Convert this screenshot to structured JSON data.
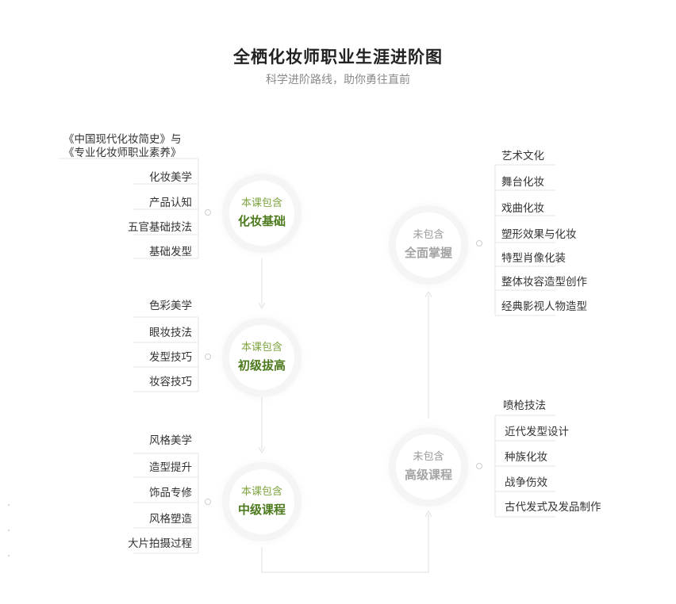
{
  "header": {
    "title": "全栖化妆师职业生涯进阶图",
    "subtitle": "科学进阶路线，助你勇往直前"
  },
  "stages": [
    {
      "sub": "本课包含",
      "name": "化妆基础",
      "included": true,
      "items": [
        "《中国现代化妆简史》与《专业化妆师职业素养》",
        "化妆美学",
        "产品认知",
        "五官基础技法",
        "基础发型"
      ]
    },
    {
      "sub": "本课包含",
      "name": "初级拔高",
      "included": true,
      "items": [
        "色彩美学",
        "眼妆技法",
        "发型技巧",
        "妆容技巧"
      ]
    },
    {
      "sub": "本课包含",
      "name": "中级课程",
      "included": true,
      "items": [
        "风格美学",
        "造型提升",
        "饰品专修",
        "风格塑造",
        "大片拍摄过程"
      ]
    },
    {
      "sub": "未包含",
      "name": "高级课程",
      "included": false,
      "items": [
        "喷枪技法",
        "近代发型设计",
        "种族化妆",
        "战争伤效",
        "古代发式及发品制作"
      ]
    },
    {
      "sub": "未包含",
      "name": "全面掌握",
      "included": false,
      "items": [
        "艺术文化",
        "舞台化妆",
        "戏曲化妆",
        "塑形效果与化妆",
        "特型肖像化装",
        "整体妆容造型创作",
        "经典影视人物造型"
      ]
    }
  ],
  "colors": {
    "included_sub": "#7da33f",
    "included_main": "#4d7a1c",
    "excluded": "#a4a4a4",
    "lines": "#e4e4e4"
  }
}
